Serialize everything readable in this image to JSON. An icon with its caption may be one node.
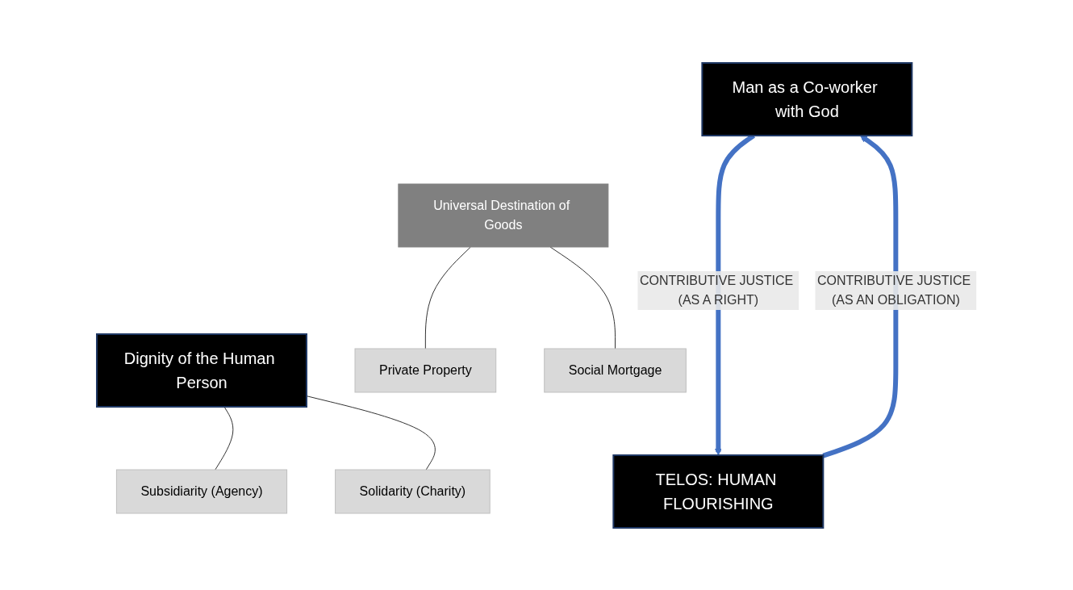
{
  "diagram": {
    "nodes": [
      {
        "text": [
          "Man as a Co-worker with God"
        ]
      },
      {
        "text": [
          "Universal Destination of Goods"
        ]
      },
      {
        "text": [
          "Private Property"
        ]
      },
      {
        "text": [
          "Social Mortgage"
        ]
      },
      {
        "text": [
          "Dignity of the Human Person"
        ]
      },
      {
        "text": [
          "Subsidiarity (Agency)"
        ]
      },
      {
        "text": [
          "Solidarity (Charity)"
        ]
      },
      {
        "text": [
          "TELOS: HUMAN FLOURISHING"
        ]
      }
    ],
    "edges": [
      {
        "from": 1,
        "to": 2,
        "arrow": "none"
      },
      {
        "from": 1,
        "to": 3,
        "arrow": "none"
      },
      {
        "from": 4,
        "to": 5,
        "arrow": "none"
      },
      {
        "from": 4,
        "to": 6,
        "arrow": "none"
      },
      {
        "from": 0,
        "to": 7,
        "arrow": "to",
        "label": "CONTRIBUTIVE JUSTICE (AS A RIGHT)",
        "style": "thick",
        "color": "#4472c4"
      },
      {
        "from": 7,
        "to": 0,
        "arrow": "to",
        "label": "CONTRIBUTIVE JUSTICE (AS AN OBLIGATION)",
        "style": "thick",
        "color": "#4472c4"
      }
    ]
  }
}
